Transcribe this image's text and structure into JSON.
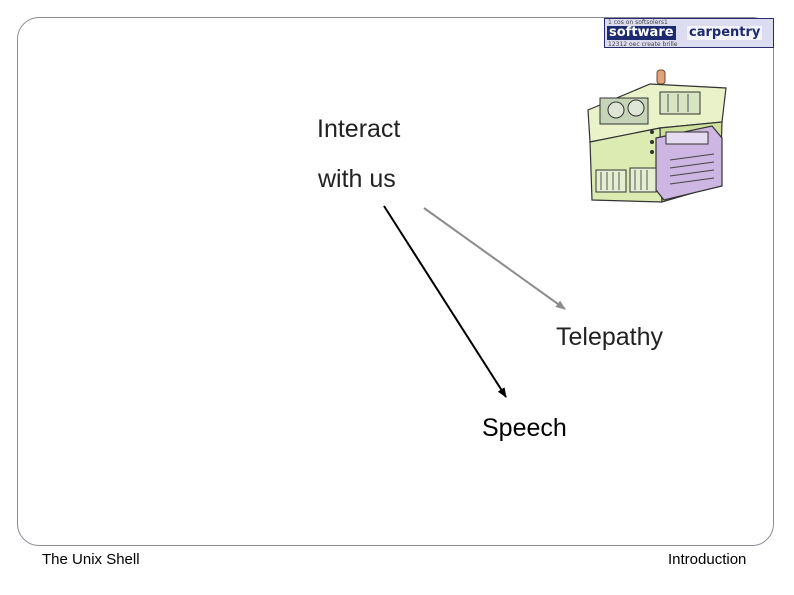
{
  "logo": {
    "tagline_top": "1 cos on softsolers1",
    "word1": "software",
    "word2": "carpentry",
    "tagline_bottom": "12312 oec create brille"
  },
  "diagram": {
    "origin_line1": "Interact",
    "origin_line2": "with us",
    "target_telepathy": "Telepathy",
    "target_speech": "Speech",
    "arrow_colors": {
      "telepathy": "#8c8c8c",
      "speech": "#000000"
    }
  },
  "footer": {
    "left": "The Unix Shell",
    "right": "Introduction"
  }
}
